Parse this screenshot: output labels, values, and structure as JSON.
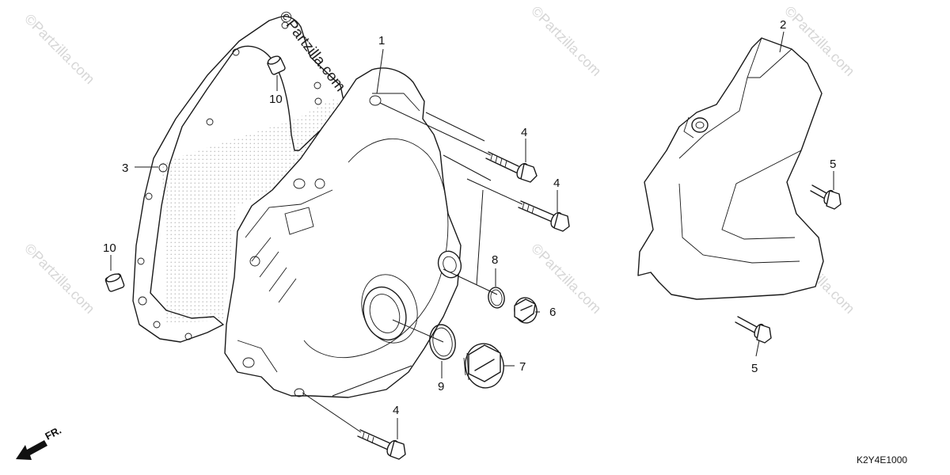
{
  "watermark": {
    "text": "©Partzilla.com"
  },
  "callouts": {
    "c1": "1",
    "c2": "2",
    "c3": "3",
    "c4a": "4",
    "c4b": "4",
    "c4c": "4",
    "c5a": "5",
    "c5b": "5",
    "c6": "6",
    "c7": "7",
    "c8": "8",
    "c9": "9",
    "c10a": "10",
    "c10b": "10"
  },
  "direction_label": "FR.",
  "diagram_code": "K2Y4E1000"
}
